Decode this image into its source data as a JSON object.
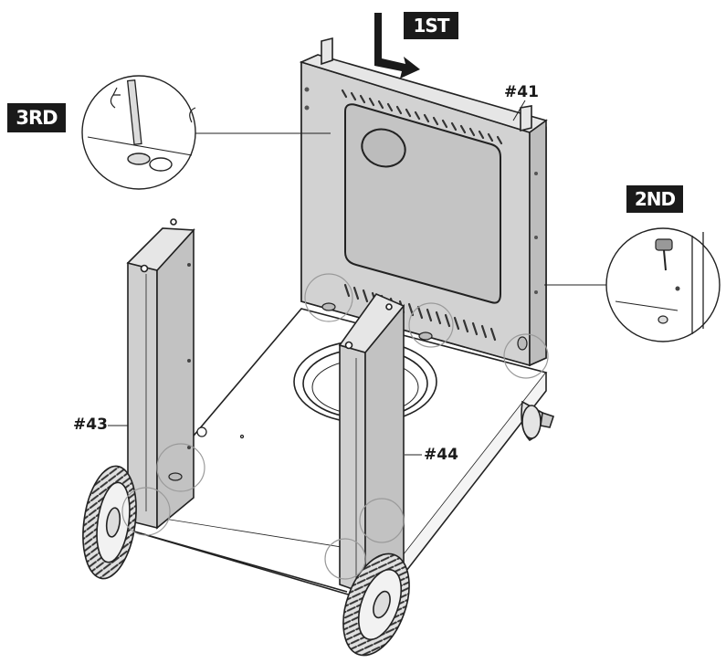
{
  "steps": {
    "first": "1ST",
    "second": "2ND",
    "third": "3RD"
  },
  "parts": {
    "back_panel": "#41",
    "left_leg": "#43",
    "right_leg": "#44"
  },
  "colors": {
    "panel_fill": "#d2d2d2",
    "panel_dark": "#b4b4b4",
    "line": "#222222",
    "badge_bg": "#1a1a1a",
    "badge_text": "#ffffff"
  }
}
